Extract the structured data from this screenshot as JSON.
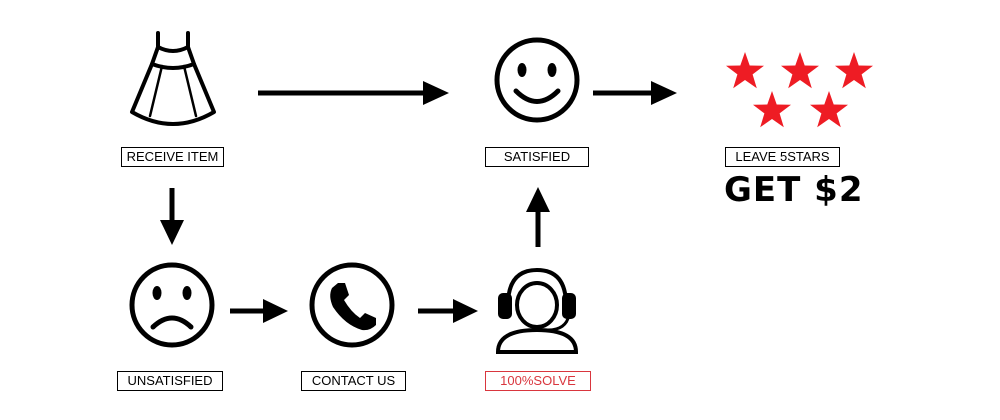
{
  "labels": {
    "receive_item": "RECEIVE ITEM",
    "satisfied": "SATISFIED",
    "leave_stars": "LEAVE 5STARS",
    "unsatisfied": "UNSATISFIED",
    "contact_us": "CONTACT US",
    "solve": "100%SOLVE"
  },
  "reward": "GET $2",
  "icons": [
    "dress-icon",
    "smiley-icon",
    "star-icon",
    "sad-face-icon",
    "phone-icon",
    "headset-agent-icon"
  ],
  "colors": {
    "stars": "#ee1c24",
    "solve_label": "#d9363e",
    "ink": "#000000"
  }
}
